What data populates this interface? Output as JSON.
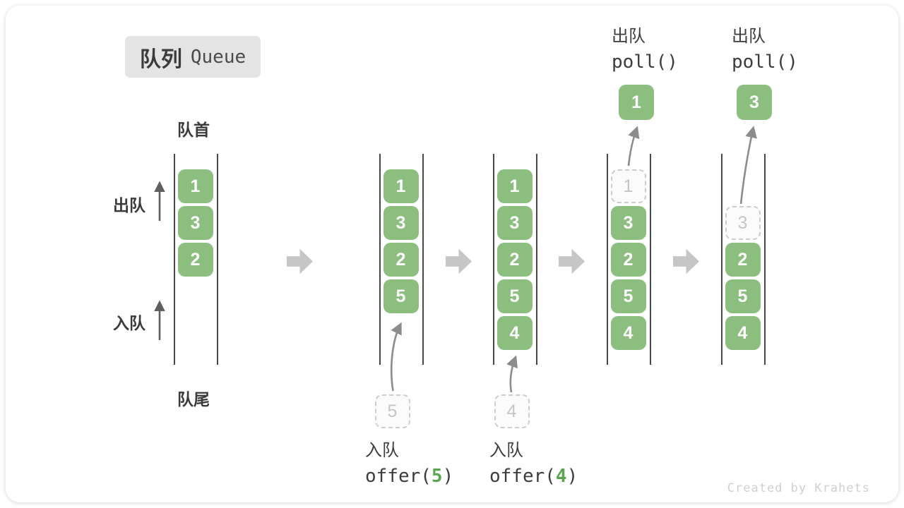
{
  "title": {
    "zh": "队列",
    "en": "Queue"
  },
  "labels": {
    "front": "队首",
    "rear": "队尾",
    "dequeue": "出队",
    "enqueue": "入队"
  },
  "watermark": "Created by Krahets",
  "colors": {
    "box_green": "#8CBE80",
    "code_arg_green": "#5BA450",
    "text_dark": "#3B3B3B",
    "ghost_gray": "#C5C5C5",
    "block_arrow_gray": "#C6C6C6",
    "curve_arrow_gray": "#8C8C8C"
  },
  "stages": [
    {
      "cells": [
        {
          "v": "1",
          "row": 0
        },
        {
          "v": "3",
          "row": 1
        },
        {
          "v": "2",
          "row": 2
        }
      ]
    },
    {
      "cells": [
        {
          "v": "1",
          "row": 0
        },
        {
          "v": "3",
          "row": 1
        },
        {
          "v": "2",
          "row": 2
        },
        {
          "v": "5",
          "row": 3
        }
      ],
      "incoming": {
        "v": "5"
      },
      "op": {
        "position": "bottom",
        "text": "入队",
        "code_pre": "offer(",
        "code_arg": "5",
        "code_post": ")"
      }
    },
    {
      "cells": [
        {
          "v": "1",
          "row": 0
        },
        {
          "v": "3",
          "row": 1
        },
        {
          "v": "2",
          "row": 2
        },
        {
          "v": "5",
          "row": 3
        },
        {
          "v": "4",
          "row": 4
        }
      ],
      "incoming": {
        "v": "4"
      },
      "op": {
        "position": "bottom",
        "text": "入队",
        "code_pre": "offer(",
        "code_arg": "4",
        "code_post": ")"
      }
    },
    {
      "cells": [
        {
          "v": "1",
          "row": 0,
          "ghost": true
        },
        {
          "v": "3",
          "row": 1
        },
        {
          "v": "2",
          "row": 2
        },
        {
          "v": "5",
          "row": 3
        },
        {
          "v": "4",
          "row": 4
        }
      ],
      "popped": {
        "v": "1"
      },
      "op": {
        "position": "top",
        "text": "出队",
        "code_pre": "poll()",
        "code_arg": "",
        "code_post": ""
      }
    },
    {
      "cells": [
        {
          "v": "3",
          "row": 1,
          "ghost": true
        },
        {
          "v": "2",
          "row": 2
        },
        {
          "v": "5",
          "row": 3
        },
        {
          "v": "4",
          "row": 4
        }
      ],
      "popped": {
        "v": "3"
      },
      "op": {
        "position": "top",
        "text": "出队",
        "code_pre": "poll()",
        "code_arg": "",
        "code_post": ""
      }
    }
  ]
}
